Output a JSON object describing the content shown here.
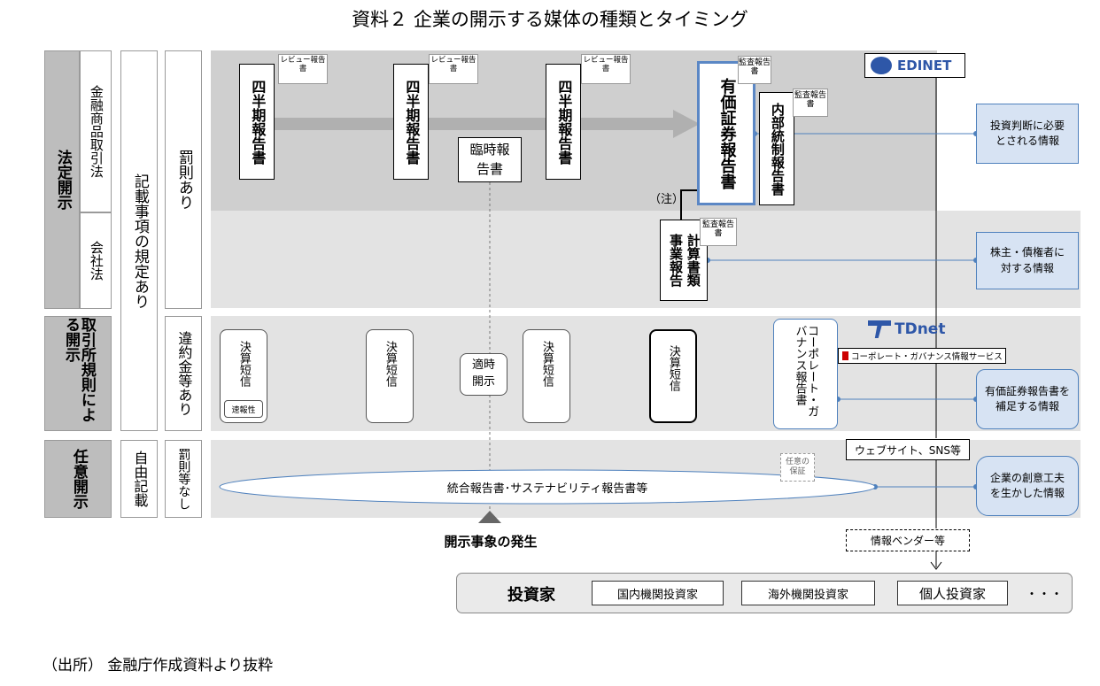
{
  "title": "資料２ 企業の開示する媒体の種類とタイミング",
  "labels": {
    "hotei": "法定開示",
    "kinsho": "金融商品取引法",
    "kaisha": "会社法",
    "torihikisho": "取引所規則による開示",
    "nini": "任意開示",
    "kisai": "記載事項の規定あり",
    "jiyu": "自由記載",
    "bassoku": "罰則あり",
    "iyaku": "違約金等あり",
    "bassoku_nashi": "罰則等なし"
  },
  "docs": {
    "q1": "四半期報告書",
    "q2": "四半期報告書",
    "q3": "四半期報告書",
    "review": "レビュー報告書",
    "rinji": "臨時報告書",
    "yuho": "有価証券報告書",
    "kansa": "監査報告書",
    "naibu": "内部統制報告書",
    "jigyo": "事業報告",
    "keisan": "計算書類",
    "note": "（注）",
    "tanshin": "決算短信",
    "sokuho": "速報性",
    "tekiji": "適時開示",
    "cg": "コーポレート・ガバナンス報告書",
    "tougou": "統合報告書･サステナビリティ報告書等",
    "hosho": "任意の保証",
    "event": "開示事象の発生"
  },
  "logos": {
    "edinet": "EDINET",
    "tdnet": "TDnet",
    "cg_service": "コーポレート・ガバナンス情報サービス",
    "web": "ウェブサイト、SNS等",
    "vendor": "情報ベンダー等"
  },
  "info": {
    "i1": "投資判断に必要とされる情報",
    "i2": "株主・債権者に対する情報",
    "i3": "有価証券報告書を補足する情報",
    "i4": "企業の創意工夫を生かした情報"
  },
  "investors": {
    "main": "投資家",
    "domestic": "国内機関投資家",
    "overseas": "海外機関投資家",
    "individual": "個人投資家",
    "more": "・・・"
  },
  "source": "（出所） 金融庁作成資料より抜粋",
  "colors": {
    "band_dark": "#cfcfcf",
    "band_light": "#e3e3e3",
    "label_grey": "#bdbdbd",
    "info_fill": "#d7e3f3",
    "line_blue": "#4f81bd",
    "yuho_border": "#5b87c5"
  }
}
